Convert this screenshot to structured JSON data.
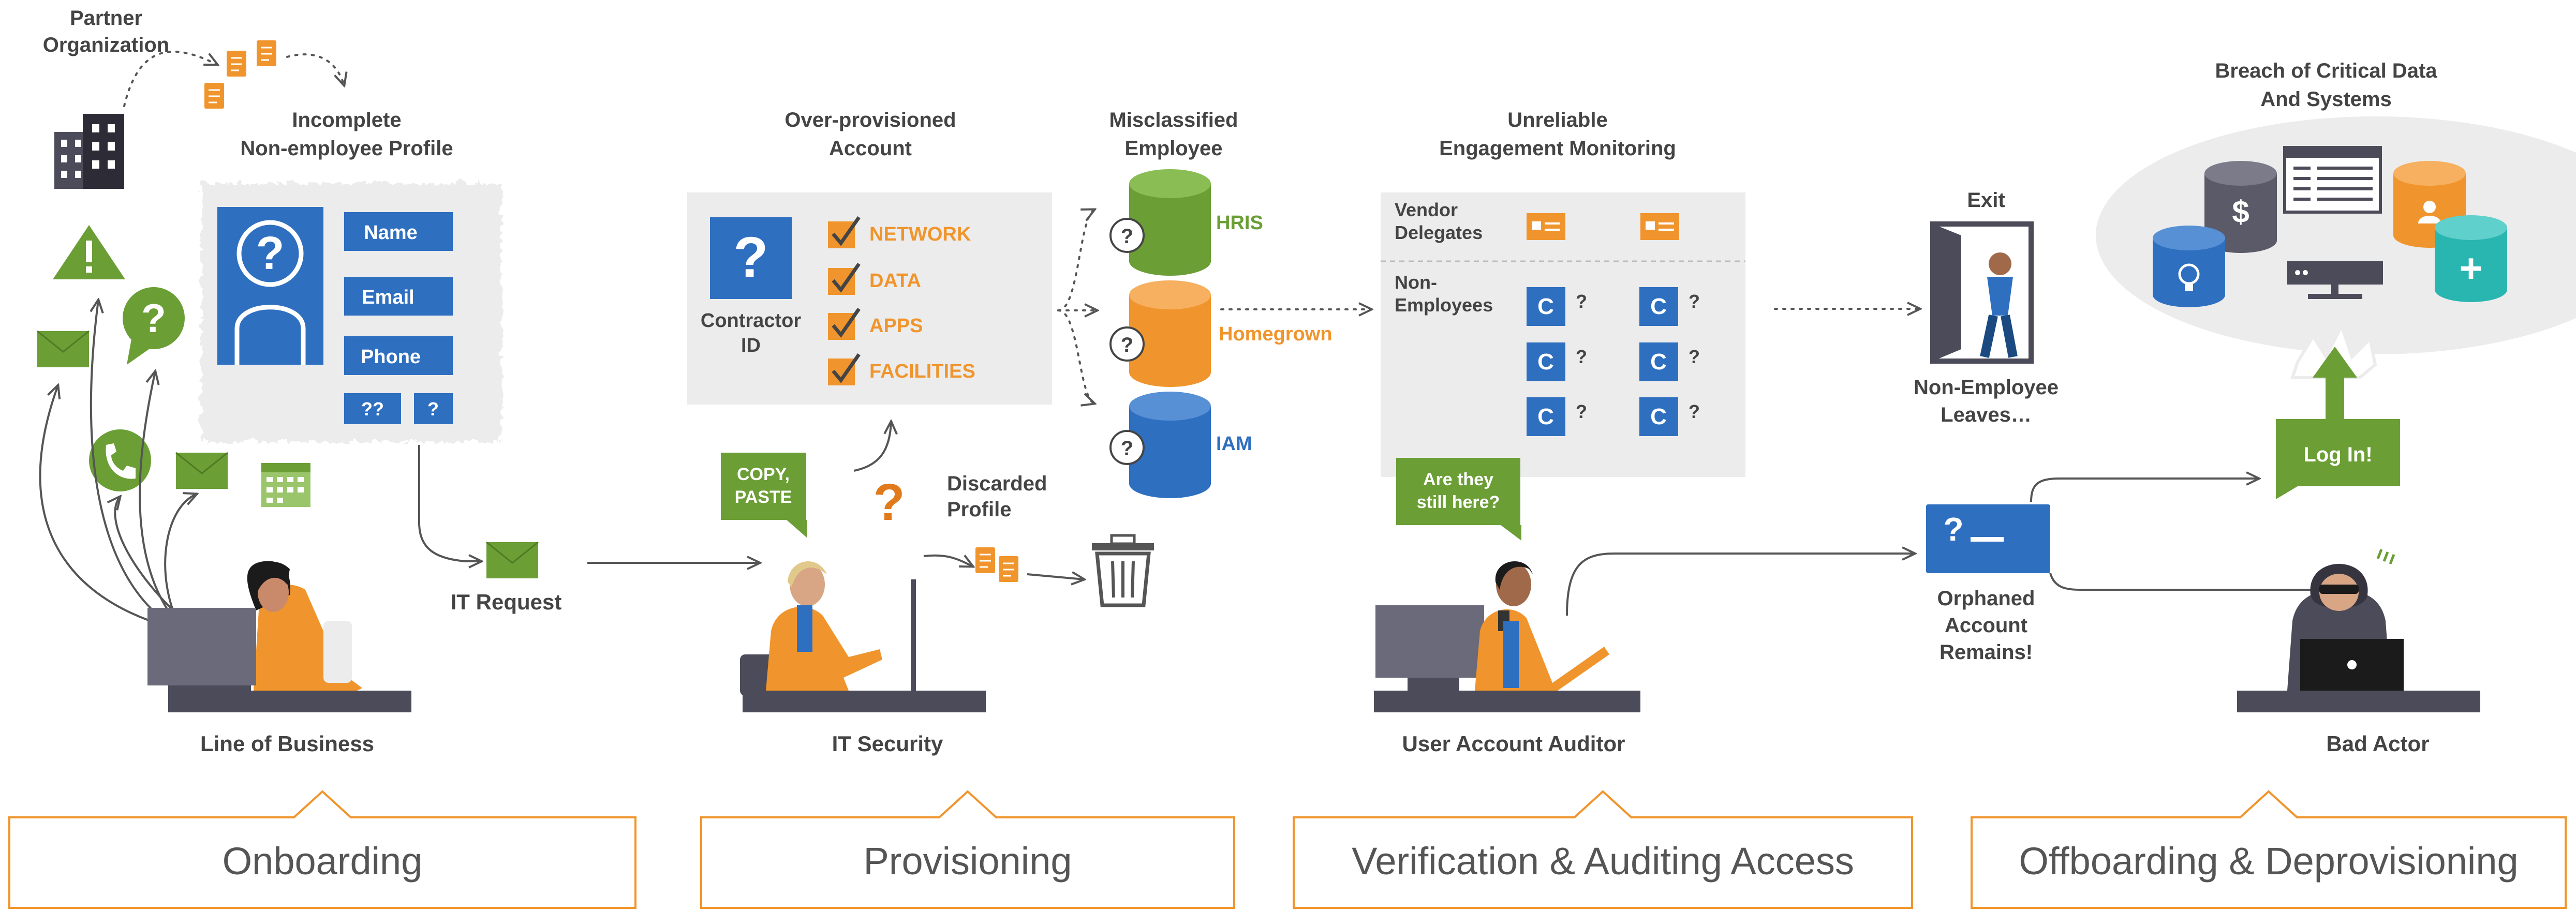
{
  "colors": {
    "green": "#6b9e35",
    "orange": "#f0952d",
    "blue": "#2e6fc0",
    "teal": "#29b5b0",
    "gray": "#ececec",
    "dark": "#4c4b59",
    "text": "#444444",
    "stage_border": "#f0952d"
  },
  "labels": {
    "partner_org_1": "Partner",
    "partner_org_2": "Organization",
    "incomplete_1": "Incomplete",
    "incomplete_2": "Non-employee Profile",
    "field_name": "Name",
    "field_email": "Email",
    "field_phone": "Phone",
    "field_q2": "??",
    "field_q1": "?",
    "it_request": "IT Request",
    "line_of_business": "Line of Business",
    "overprov_1": "Over-provisioned",
    "overprov_2": "Account",
    "contractor_1": "Contractor",
    "contractor_2": "ID",
    "check_network": "NETWORK",
    "check_data": "DATA",
    "check_apps": "APPS",
    "check_facilities": "FACILITIES",
    "copy_1": "COPY,",
    "copy_2": "PASTE",
    "discarded_1": "Discarded",
    "discarded_2": "Profile",
    "it_security": "IT Security",
    "misclass_1": "Misclassified",
    "misclass_2": "Employee",
    "db_hris": "HRIS",
    "db_homegrown": "Homegrown",
    "db_iam": "IAM",
    "engage_1": "Unreliable",
    "engage_2": "Engagement Monitoring",
    "vendor_1": "Vendor",
    "vendor_2": "Delegates",
    "nonemp_1": "Non-",
    "nonemp_2": "Employees",
    "c_letter": "C",
    "q_mark": "?",
    "still_1": "Are they",
    "still_2": "still here?",
    "auditor": "User Account Auditor",
    "exit": "Exit",
    "leaves_1": "Non-Employee",
    "leaves_2": "Leaves…",
    "orphan_1": "Orphaned",
    "orphan_2": "Account",
    "orphan_3": "Remains!",
    "breach_1": "Breach of Critical Data",
    "breach_2": "And Systems",
    "login": "Log In!",
    "dollar": "$",
    "plus": "+",
    "bad_actor": "Bad Actor"
  },
  "stages": [
    {
      "label": "Onboarding"
    },
    {
      "label": "Provisioning"
    },
    {
      "label": "Verification & Auditing Access"
    },
    {
      "label": "Offboarding & Deprovisioning"
    }
  ]
}
